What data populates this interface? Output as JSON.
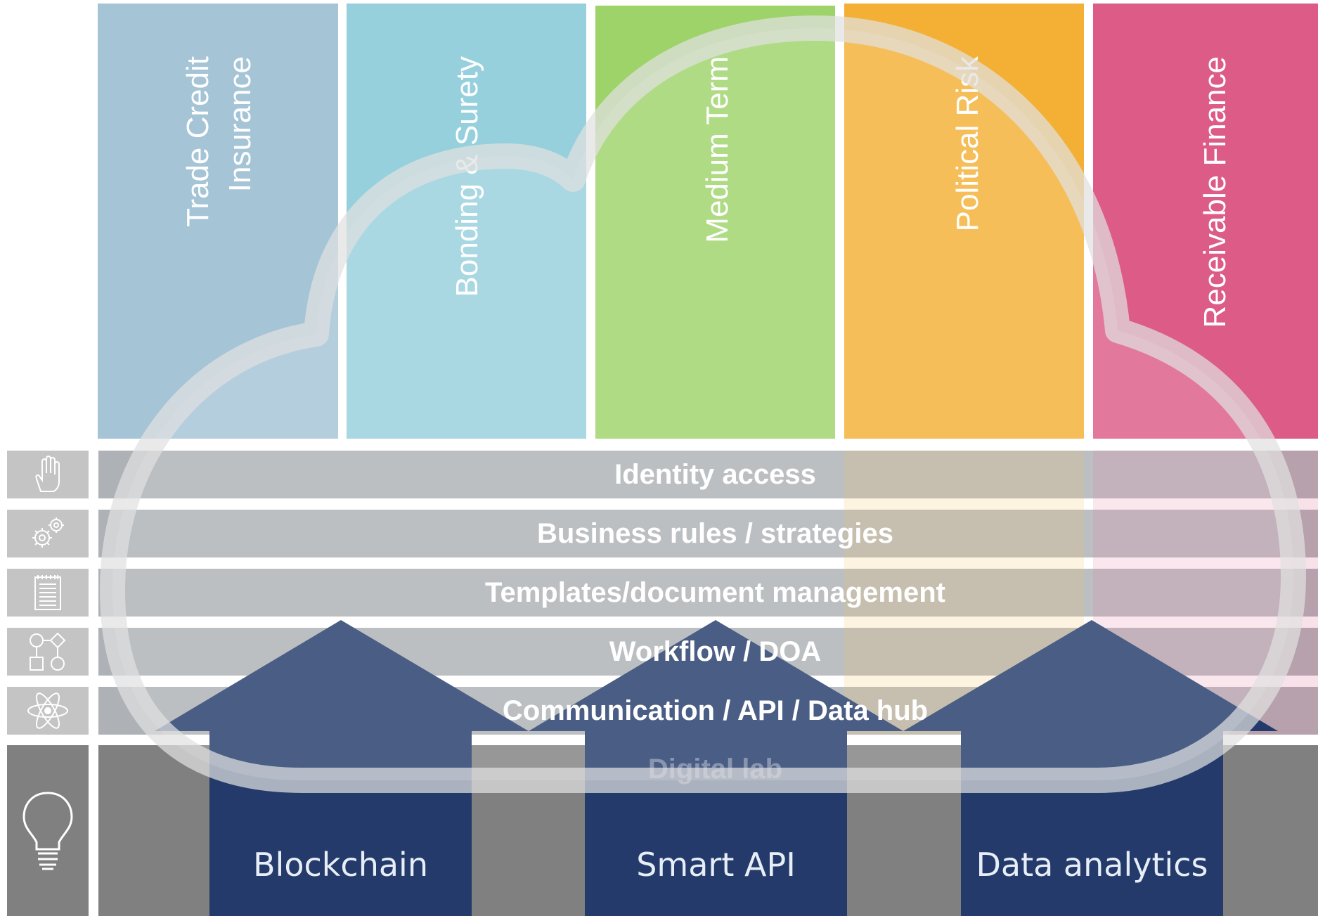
{
  "columns": [
    {
      "line1": "Trade Credit",
      "line2": "Insurance",
      "color": "#a5c4d6"
    },
    {
      "line1": "Bonding & Surety",
      "line2": "",
      "color": "#96d0dc"
    },
    {
      "line1": "Medium Term",
      "line2": "",
      "color": "#9ed36a"
    },
    {
      "line1": "Political Risk",
      "line2": "",
      "color": "#f4b035"
    },
    {
      "line1": "Receivable Finance",
      "line2": "",
      "color": "#dc5b87"
    }
  ],
  "layers": [
    {
      "label": "Identity access",
      "icon": "hand-icon"
    },
    {
      "label": "Business rules / strategies",
      "icon": "gears-icon"
    },
    {
      "label": "Templates/document management",
      "icon": "notepad-icon"
    },
    {
      "label": "Workflow / DOA",
      "icon": "flowchart-icon"
    },
    {
      "label": "Communication / API / Data hub",
      "icon": "atom-icon"
    }
  ],
  "foundation": {
    "label": "Digital lab",
    "icon": "lightbulb-icon"
  },
  "pillars": [
    {
      "label": "Blockchain"
    },
    {
      "label": "Smart API"
    },
    {
      "label": "Data analytics"
    }
  ],
  "colors": {
    "arrow": "#233a6a",
    "band": "#a0a3a8",
    "base": "#808080",
    "icon_bg": "#c4c4c4",
    "cloud": "#e0e0e0"
  }
}
